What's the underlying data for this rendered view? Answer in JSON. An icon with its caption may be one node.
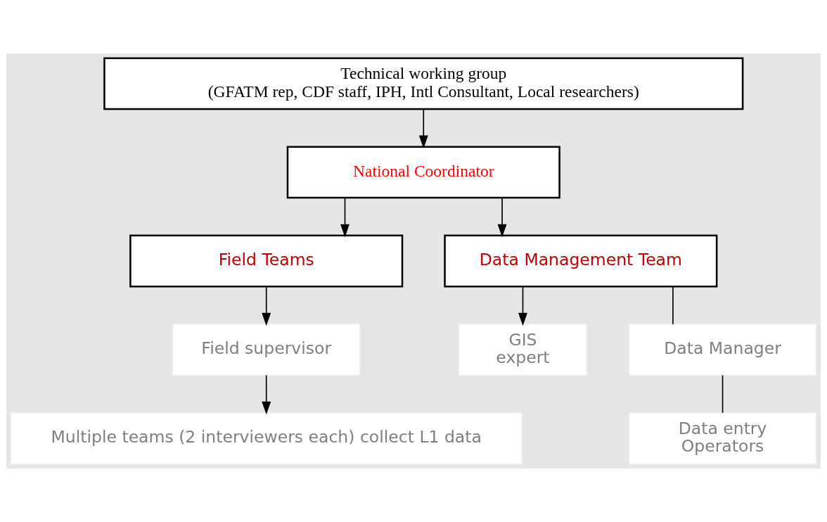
{
  "diagram": {
    "nodes": [
      {
        "text": [
          "Technical working group (GFATM rep, CDF staff, IPH, Intl Consultant, Local researchers)"
        ]
      },
      {
        "text": [
          "National Coordinator"
        ]
      },
      {
        "text": [
          "Field Teams"
        ]
      },
      {
        "text": [
          "Data Management Team"
        ]
      },
      {
        "text": [
          "GIS expert"
        ]
      },
      {
        "text": [
          "Data Manager"
        ]
      },
      {
        "text": [
          "Data entry Operators"
        ]
      },
      {
        "text": [
          "Field supervisor"
        ]
      },
      {
        "text": [
          "Multiple teams (2 interviewers each) collect L1 data"
        ]
      }
    ],
    "edges": [
      {
        "from": 0,
        "to": 1,
        "arrow": "to"
      },
      {
        "from": 1,
        "to": 2,
        "arrow": "to"
      },
      {
        "from": 1,
        "to": 3,
        "arrow": "to"
      },
      {
        "from": 3,
        "to": 4,
        "arrow": "to"
      },
      {
        "from": 3,
        "to": 5,
        "arrow": "none"
      },
      {
        "from": 5,
        "to": 6,
        "arrow": "none"
      },
      {
        "from": 2,
        "to": 7,
        "arrow": "to"
      },
      {
        "from": 7,
        "to": 8,
        "arrow": "to"
      }
    ]
  }
}
